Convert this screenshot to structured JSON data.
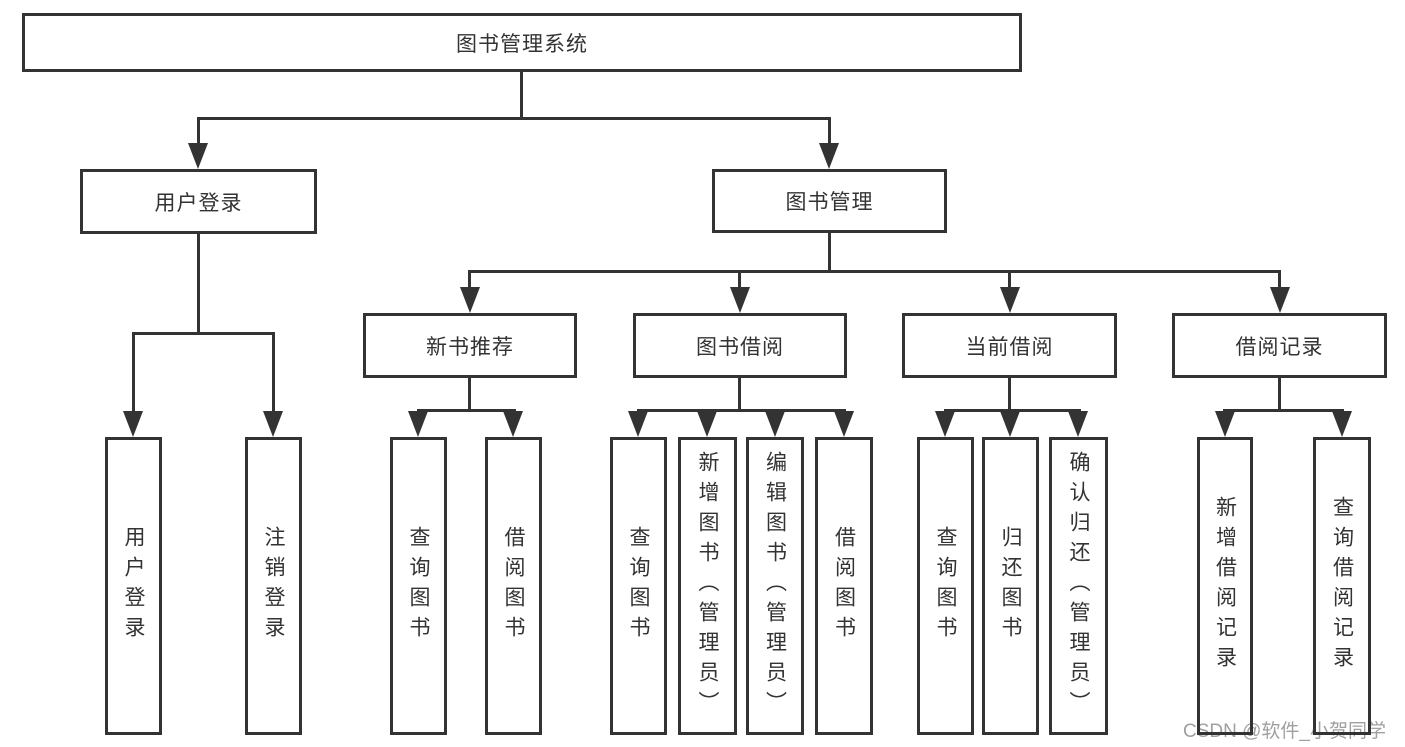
{
  "diagram": {
    "root": {
      "label": "图书管理系统"
    },
    "level2": [
      {
        "label": "用户登录"
      },
      {
        "label": "图书管理"
      }
    ],
    "level3": [
      {
        "label": "新书推荐",
        "parent": "图书管理"
      },
      {
        "label": "图书借阅",
        "parent": "图书管理"
      },
      {
        "label": "当前借阅",
        "parent": "图书管理"
      },
      {
        "label": "借阅记录",
        "parent": "图书管理"
      }
    ],
    "leaves": [
      {
        "label": "用户登录",
        "parent": "用户登录"
      },
      {
        "label": "注销登录",
        "parent": "用户登录"
      },
      {
        "label": "查询图书",
        "parent": "新书推荐"
      },
      {
        "label": "借阅图书",
        "parent": "新书推荐"
      },
      {
        "label": "查询图书",
        "parent": "图书借阅"
      },
      {
        "label": "新增图书（管理员）",
        "parent": "图书借阅"
      },
      {
        "label": "编辑图书（管理员）",
        "parent": "图书借阅"
      },
      {
        "label": "借阅图书",
        "parent": "图书借阅"
      },
      {
        "label": "查询图书",
        "parent": "当前借阅"
      },
      {
        "label": "归还图书",
        "parent": "当前借阅"
      },
      {
        "label": "确认归还（管理员）",
        "parent": "当前借阅"
      },
      {
        "label": "新增借阅记录",
        "parent": "借阅记录"
      },
      {
        "label": "查询借阅记录",
        "parent": "借阅记录"
      }
    ]
  },
  "watermark": {
    "text": "CSDN @软件_小贺同学"
  },
  "colors": {
    "line": "#333333",
    "text": "#333333",
    "watermark": "#a0a0a0",
    "background": "#ffffff"
  }
}
